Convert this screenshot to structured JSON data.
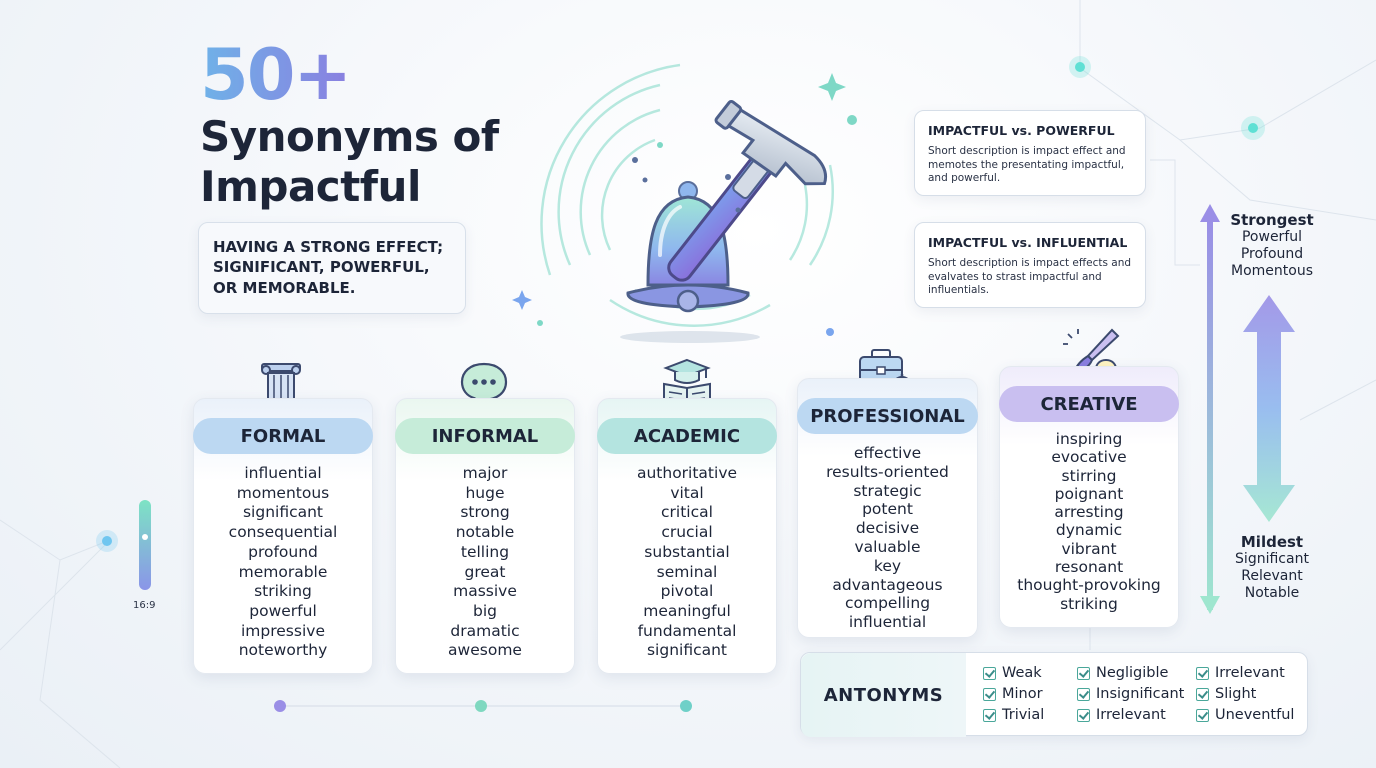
{
  "title": {
    "number": "50+",
    "line1": "Synonyms of",
    "line2": "Impactful"
  },
  "definition": "HAVING A STRONG EFFECT; SIGNIFICANT, POWERFUL, OR MEMORABLE.",
  "comparisons": [
    {
      "title": "IMPACTFUL vs. POWERFUL",
      "text": "Short description is impact effect and memotes the presentating impactful, and powerful."
    },
    {
      "title": "IMPACTFUL vs. INFLUENTIAL",
      "text": "Short description is impact effects and evalvates to strast impactful and influentials."
    }
  ],
  "scale": {
    "strongest_label": "Strongest",
    "strongest": [
      "Powerful",
      "Profound",
      "Momentous"
    ],
    "mildest_label": "Mildest",
    "mildest": [
      "Significant",
      "Relevant",
      "Notable"
    ]
  },
  "columns": [
    {
      "name": "FORMAL",
      "icon": "column-pillar-icon",
      "color": "#bcd8f2",
      "words": [
        "influential",
        "momentous",
        "significant",
        "consequential",
        "profound",
        "memorable",
        "striking",
        "powerful",
        "impressive",
        "noteworthy"
      ]
    },
    {
      "name": "INFORMAL",
      "icon": "speech-bubble-icon",
      "color": "#c6ecd9",
      "words": [
        "major",
        "huge",
        "strong",
        "notable",
        "telling",
        "great",
        "massive",
        "big",
        "dramatic",
        "awesome"
      ]
    },
    {
      "name": "ACADEMIC",
      "icon": "graduation-book-icon",
      "color": "#b4e4e0",
      "words": [
        "authoritative",
        "vital",
        "critical",
        "crucial",
        "substantial",
        "seminal",
        "pivotal",
        "meaningful",
        "fundamental",
        "significant"
      ]
    },
    {
      "name": "PROFESSIONAL",
      "icon": "briefcase-gear-icon",
      "color": "#bcd8f2",
      "words": [
        "effective",
        "results-oriented",
        "strategic",
        "potent",
        "decisive",
        "valuable",
        "key",
        "advantageous",
        "compelling",
        "influential"
      ]
    },
    {
      "name": "CREATIVE",
      "icon": "paintbrush-bulb-icon",
      "color": "#c9bff0",
      "words": [
        "inspiring",
        "evocative",
        "stirring",
        "poignant",
        "arresting",
        "dynamic",
        "vibrant",
        "resonant",
        "thought-provoking",
        "striking"
      ]
    }
  ],
  "antonyms": {
    "label": "ANTONYMS",
    "items": [
      [
        "Weak",
        "Minor",
        "Trivial"
      ],
      [
        "Negligible",
        "Insignificant",
        "Irrelevant"
      ],
      [
        "Irrelevant",
        "Slight",
        "Uneventful"
      ]
    ]
  },
  "aspect_label": "16:9",
  "colors": {
    "accent_blue": "#6fb2e8",
    "accent_purple": "#8a7fe0",
    "accent_teal": "#5fd3b8"
  }
}
